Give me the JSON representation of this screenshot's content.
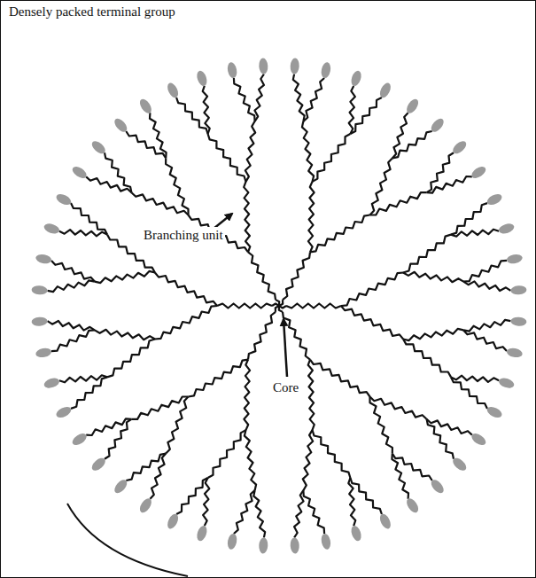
{
  "diagram": {
    "labels": [
      "Densely packed terminal group",
      "Branching unit",
      "Core"
    ]
  }
}
